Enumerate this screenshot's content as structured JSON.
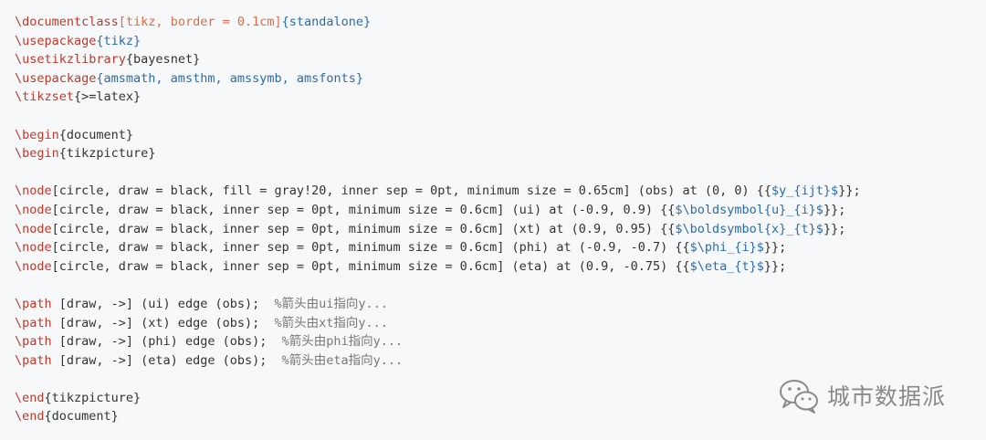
{
  "code": {
    "lines": [
      [
        [
          "kw",
          "\\documentclass"
        ],
        [
          "opt",
          "[tikz, border = 0.1cm]"
        ],
        [
          "arg",
          "{standalone}"
        ]
      ],
      [
        [
          "kw",
          "\\usepackage"
        ],
        [
          "arg",
          "{tikz}"
        ]
      ],
      [
        [
          "kw",
          "\\usetikzlibrary"
        ],
        [
          "plain",
          "{bayesnet}"
        ]
      ],
      [
        [
          "kw",
          "\\usepackage"
        ],
        [
          "arg",
          "{amsmath, amsthm, amssymb, amsfonts}"
        ]
      ],
      [
        [
          "kw",
          "\\tikzset"
        ],
        [
          "plain",
          "{>=latex}"
        ]
      ],
      [],
      [
        [
          "kw",
          "\\begin"
        ],
        [
          "plain",
          "{document}"
        ]
      ],
      [
        [
          "kw",
          "\\begin"
        ],
        [
          "plain",
          "{tikzpicture}"
        ]
      ],
      [],
      [
        [
          "kw",
          "\\node"
        ],
        [
          "plain",
          "[circle, draw = black, fill = gray!20, inner sep = 0pt, minimum size = 0.65cm] (obs) at (0, 0) {{"
        ],
        [
          "arg",
          "$y_{ijt}$"
        ],
        [
          "plain",
          "}};"
        ]
      ],
      [
        [
          "kw",
          "\\node"
        ],
        [
          "plain",
          "[circle, draw = black, inner sep = 0pt, minimum size = 0.6cm] (ui) at (-0.9, 0.9) {{"
        ],
        [
          "arg",
          "$\\boldsymbol{u}_{i}$"
        ],
        [
          "plain",
          "}};"
        ]
      ],
      [
        [
          "kw",
          "\\node"
        ],
        [
          "plain",
          "[circle, draw = black, inner sep = 0pt, minimum size = 0.6cm] (xt) at (0.9, 0.95) {{"
        ],
        [
          "arg",
          "$\\boldsymbol{x}_{t}$"
        ],
        [
          "plain",
          "}};"
        ]
      ],
      [
        [
          "kw",
          "\\node"
        ],
        [
          "plain",
          "[circle, draw = black, inner sep = 0pt, minimum size = 0.6cm] (phi) at (-0.9, -0.7) {{"
        ],
        [
          "arg",
          "$\\phi_{i}$"
        ],
        [
          "plain",
          "}};"
        ]
      ],
      [
        [
          "kw",
          "\\node"
        ],
        [
          "plain",
          "[circle, draw = black, inner sep = 0pt, minimum size = 0.6cm] (eta) at (0.9, -0.75) {{"
        ],
        [
          "arg",
          "$\\eta_{t}$"
        ],
        [
          "plain",
          "}};"
        ]
      ],
      [],
      [
        [
          "kw",
          "\\path"
        ],
        [
          "plain",
          " [draw, ->] (ui) edge (obs);  "
        ],
        [
          "comment",
          "%箭头由ui指向y..."
        ]
      ],
      [
        [
          "kw",
          "\\path"
        ],
        [
          "plain",
          " [draw, ->] (xt) edge (obs);  "
        ],
        [
          "comment",
          "%箭头由xt指向y..."
        ]
      ],
      [
        [
          "kw",
          "\\path"
        ],
        [
          "plain",
          " [draw, ->] (phi) edge (obs);  "
        ],
        [
          "comment",
          "%箭头由phi指向y..."
        ]
      ],
      [
        [
          "kw",
          "\\path"
        ],
        [
          "plain",
          " [draw, ->] (eta) edge (obs);  "
        ],
        [
          "comment",
          "%箭头由eta指向y..."
        ]
      ],
      [],
      [
        [
          "kw",
          "\\end"
        ],
        [
          "plain",
          "{tikzpicture}"
        ]
      ],
      [
        [
          "kw",
          "\\end"
        ],
        [
          "plain",
          "{document}"
        ]
      ]
    ]
  },
  "watermark": {
    "icon": "wechat-icon",
    "text": "城市数据派"
  },
  "colors": {
    "background": "#f6f8fa",
    "command": "#c0392b",
    "option": "#e06c4a",
    "argument": "#2b6cb0",
    "plain": "#333333",
    "comment": "#777777",
    "watermark": "#8a8a8a"
  }
}
